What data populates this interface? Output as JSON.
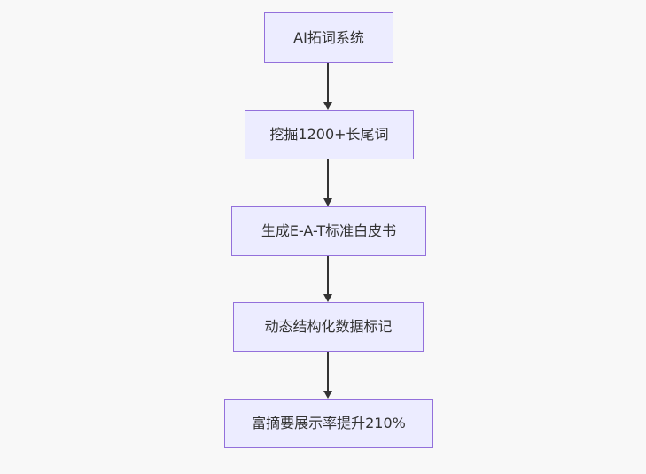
{
  "diagram": {
    "type": "flowchart",
    "direction": "top-down",
    "nodes": [
      {
        "id": "n1",
        "label": "AI拓词系统"
      },
      {
        "id": "n2",
        "label": "挖掘1200+长尾词"
      },
      {
        "id": "n3",
        "label": "生成E-A-T标准白皮书"
      },
      {
        "id": "n4",
        "label": "动态结构化数据标记"
      },
      {
        "id": "n5",
        "label": "富摘要展示率提升210%"
      }
    ],
    "edges": [
      {
        "from": "n1",
        "to": "n2"
      },
      {
        "from": "n2",
        "to": "n3"
      },
      {
        "from": "n3",
        "to": "n4"
      },
      {
        "from": "n4",
        "to": "n5"
      }
    ],
    "colors": {
      "node_fill": "#ECECFF",
      "node_border": "#9370DB",
      "node_text": "#333333",
      "edge": "#333333",
      "background": "#F8F8F8"
    }
  }
}
